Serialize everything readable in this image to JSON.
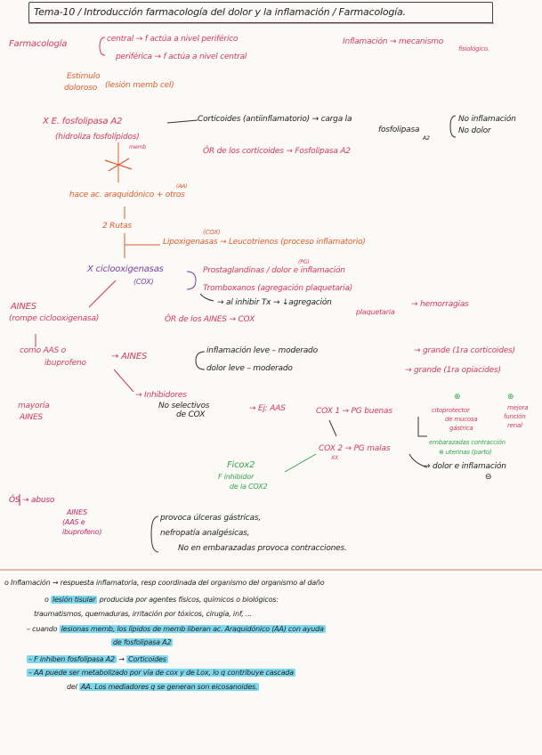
{
  "title": "Tema-10 / Introducción farmacología del dolor y la inflamación / Farmacología.",
  "notes": {
    "farmacologia": "Farmacología",
    "central": "central → f actúa a nivel periférico",
    "periferica": "periférica → f actúa a nivel central",
    "inflamacion_top": "Inflamación → mecanismo",
    "fisiologico": "fisiológico.",
    "estimulo": "Estimulo",
    "doloroso": "doloroso",
    "lesion": "(lesión memb cel)",
    "x_e": "X E. fosfolipasa A2",
    "hidroliza": "(hidroliza fosfolípidos)",
    "memb": "memb",
    "corticoides": "Corticoides (antiinflamatorio) → carga la",
    "fosfolipasa": "fosfolipasa",
    "a2": "A2",
    "no_infl": "No inflamación",
    "no_dolor": "No dolor",
    "or_cort": "ÔR de los corticoides → Fosfolipasa A2",
    "aa": "(AA)",
    "hace": "hace ac. araquidónico + otros",
    "rutas": "2 Rutas",
    "cox_small": "(COX)",
    "lipoxi": "Lipoxigenasas → Leucotrienos (proceso inflamatorio)",
    "ciclo": "X ciclooxigenasas",
    "cox_paren": "(COX)",
    "pg": "(PG)",
    "prosta": "Prostaglandinas / dolor e inflamación",
    "trombo": "Tromboxanos (agregación plaquetaria)",
    "inhibir": "→ al inhibir Tx → ↓agregación",
    "plaquetaria": "plaquetaria",
    "hemorragias": "→ hemorragias",
    "aines_inh": "AINES",
    "rompe": "(rompe ciclooxigenasa)",
    "or_aines": "ÔR de los AINES → COX",
    "como": "como AAS o",
    "ibuprofeno": "ibuprofeno",
    "aines2": "→ AINES",
    "infl_leve": "inflamación leve – moderado",
    "grande": "→ grande (1ra corticoides)",
    "dolor_leve": "dolor leve – moderado",
    "grande2": "→ grande (1ra opiacides)",
    "mayoria": "mayoría",
    "aines3": "AINES",
    "inhibidores": "→ Inhibidores",
    "no_selectivos": "No selectivos",
    "de_cox": "de COX",
    "ej": "→ Ej: AAS",
    "cox1": "COX 1 → PG buenas",
    "citoprotector": "citoprotector",
    "mucosa": "de mucosa",
    "gastrica": "gástrica",
    "mejora": "mejora",
    "funcion": "función",
    "renal": "renal",
    "plus1": "⊕",
    "plus2": "⊕",
    "embarazadas": "embarazadas contracción",
    "uterinas": "⊕ uterinas (parto)",
    "cox2": "COX 2 → PG malas",
    "xx": "XX",
    "dolor_infl": "→ dolor e inflamación",
    "minus": "⊖",
    "ficox2": "Ficox2",
    "f_inhibidor": "F inhibidor",
    "de_la_cox2": "de la COX2",
    "os": "ÔS → abuso",
    "aines4": "AINES",
    "aas_e": "(AAS e",
    "ibuprofeno2": "ibuprofeno)",
    "provoca1": "provoca úlceras gástricas,",
    "provoca2": "nefropatía analgésicas,",
    "provoca3": "No en embarazadas provoca contracciones.",
    "bottom1": "o Inflamación → respuesta inflamatoria, resp coordinada del organismo del organismo al daño",
    "b2a": "o",
    "b2hl": "lesión tisular",
    "b2b": "producida por agentes físicos, químicos o biológicos:",
    "bottom3": "traumatismos, quemaduras, irritación por tóxicos, cirugía, inf, ...",
    "b4a": "– cuando",
    "b4hl": "lesionas memb, los lípidos de memb liberan ac. Araquidónico (AA) con ayuda",
    "b5hl": "de fosfolipasa A2",
    "b6hl1": "– F inhiben fosfolipasa A2",
    "b6mid": "→",
    "b6hl2": "Corticoides",
    "b7hl": "– AA puede ser metabolizado por vía de cox y de Lox, lo q contribuye cascada",
    "b8a": "del",
    "b8hl": "AA. Los mediadores q se generan son eicosanoides."
  }
}
